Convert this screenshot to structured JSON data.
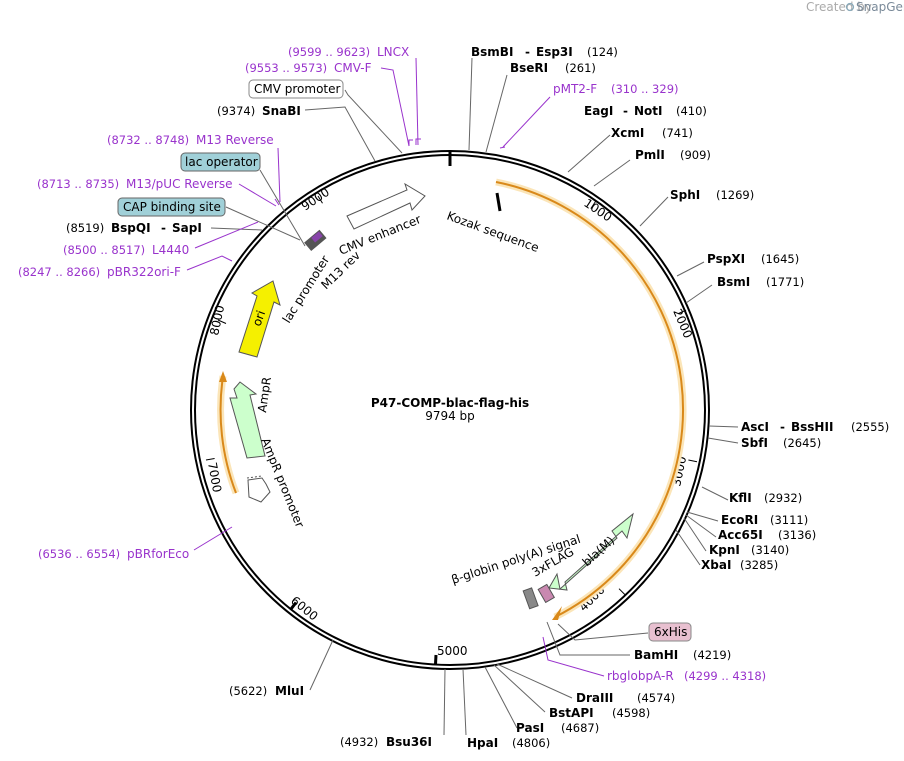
{
  "credit": {
    "prefix": "Created by",
    "brand": "SnapGene"
  },
  "plasmid": {
    "name": "P47-COMP-blac-flag-his",
    "length_label": "9794 bp"
  },
  "ruler": [
    "1000",
    "2000",
    "3000",
    "4000",
    "5000",
    "6000",
    "7000",
    "8000",
    "9000"
  ],
  "sites": [
    {
      "name": "BsmBI",
      "pos": "(124)"
    },
    {
      "name": "Esp3I",
      "pos": ""
    },
    {
      "name": "BseRI",
      "pos": "(261)"
    },
    {
      "name": "EagI",
      "pos": ""
    },
    {
      "name": "NotI",
      "pos": "(410)"
    },
    {
      "name": "XcmI",
      "pos": "(741)"
    },
    {
      "name": "PmlI",
      "pos": "(909)"
    },
    {
      "name": "SphI",
      "pos": "(1269)"
    },
    {
      "name": "PspXI",
      "pos": "(1645)"
    },
    {
      "name": "BsmI",
      "pos": "(1771)"
    },
    {
      "name": "AscI",
      "pos": ""
    },
    {
      "name": "BssHII",
      "pos": "(2555)"
    },
    {
      "name": "SbfI",
      "pos": "(2645)"
    },
    {
      "name": "KflI",
      "pos": "(2932)"
    },
    {
      "name": "EcoRI",
      "pos": "(3111)"
    },
    {
      "name": "Acc65I",
      "pos": "(3136)"
    },
    {
      "name": "KpnI",
      "pos": "(3140)"
    },
    {
      "name": "XbaI",
      "pos": "(3285)"
    },
    {
      "name": "BamHI",
      "pos": "(4219)"
    },
    {
      "name": "DraIII",
      "pos": "(4574)"
    },
    {
      "name": "BstAPI",
      "pos": "(4598)"
    },
    {
      "name": "PasI",
      "pos": "(4687)"
    },
    {
      "name": "HpaI",
      "pos": "(4806)"
    },
    {
      "name": "Bsu36I",
      "pos": "(4932)"
    },
    {
      "name": "MluI",
      "pos": "(5622)"
    },
    {
      "name": "SapI",
      "pos": ""
    },
    {
      "name": "BspQI",
      "pos": "(8519)"
    },
    {
      "name": "SnaBI",
      "pos": "(9374)"
    }
  ],
  "primers": [
    {
      "name": "LNCX",
      "range": "(9599 .. 9623)"
    },
    {
      "name": "CMV-F",
      "range": "(9553 .. 9573)"
    },
    {
      "name": "pMT2-F",
      "range": "(310 .. 329)"
    },
    {
      "name": "M13 Reverse",
      "range": "(8732 .. 8748)"
    },
    {
      "name": "M13/pUC Reverse",
      "range": "(8713 .. 8735)"
    },
    {
      "name": "L4440",
      "range": "(8500 .. 8517)"
    },
    {
      "name": "pBR322ori-F",
      "range": "(8247 .. 8266)"
    },
    {
      "name": "pBRforEco",
      "range": "(6536 .. 6554)"
    },
    {
      "name": "rbglobpA-R",
      "range": "(4299 .. 4318)"
    }
  ],
  "boxed_labels": {
    "cmv_promoter": "CMV promoter",
    "lac_operator": "lac operator",
    "cap_site": "CAP binding site",
    "his_tag": "6xHis"
  },
  "features": {
    "cmv_enhancer": "CMV enhancer",
    "kozak": "Kozak sequence",
    "lac_promoter": "lac promoter",
    "m13_rev": "M13 rev",
    "ori": "ori",
    "ampr": "AmpR",
    "ampr_promoter": "AmpR promoter",
    "polyA": "β-globin poly(A) signal",
    "flag": "3xFLAG",
    "bla": "bla(M)"
  },
  "colors": {
    "site": "#000000",
    "primer": "#9933cc",
    "ori": "#f5f000",
    "ampr": "#ccffcc",
    "orf": "#e5a33c",
    "boxed": "#a0d0d8",
    "his": "#e8c0d0"
  }
}
